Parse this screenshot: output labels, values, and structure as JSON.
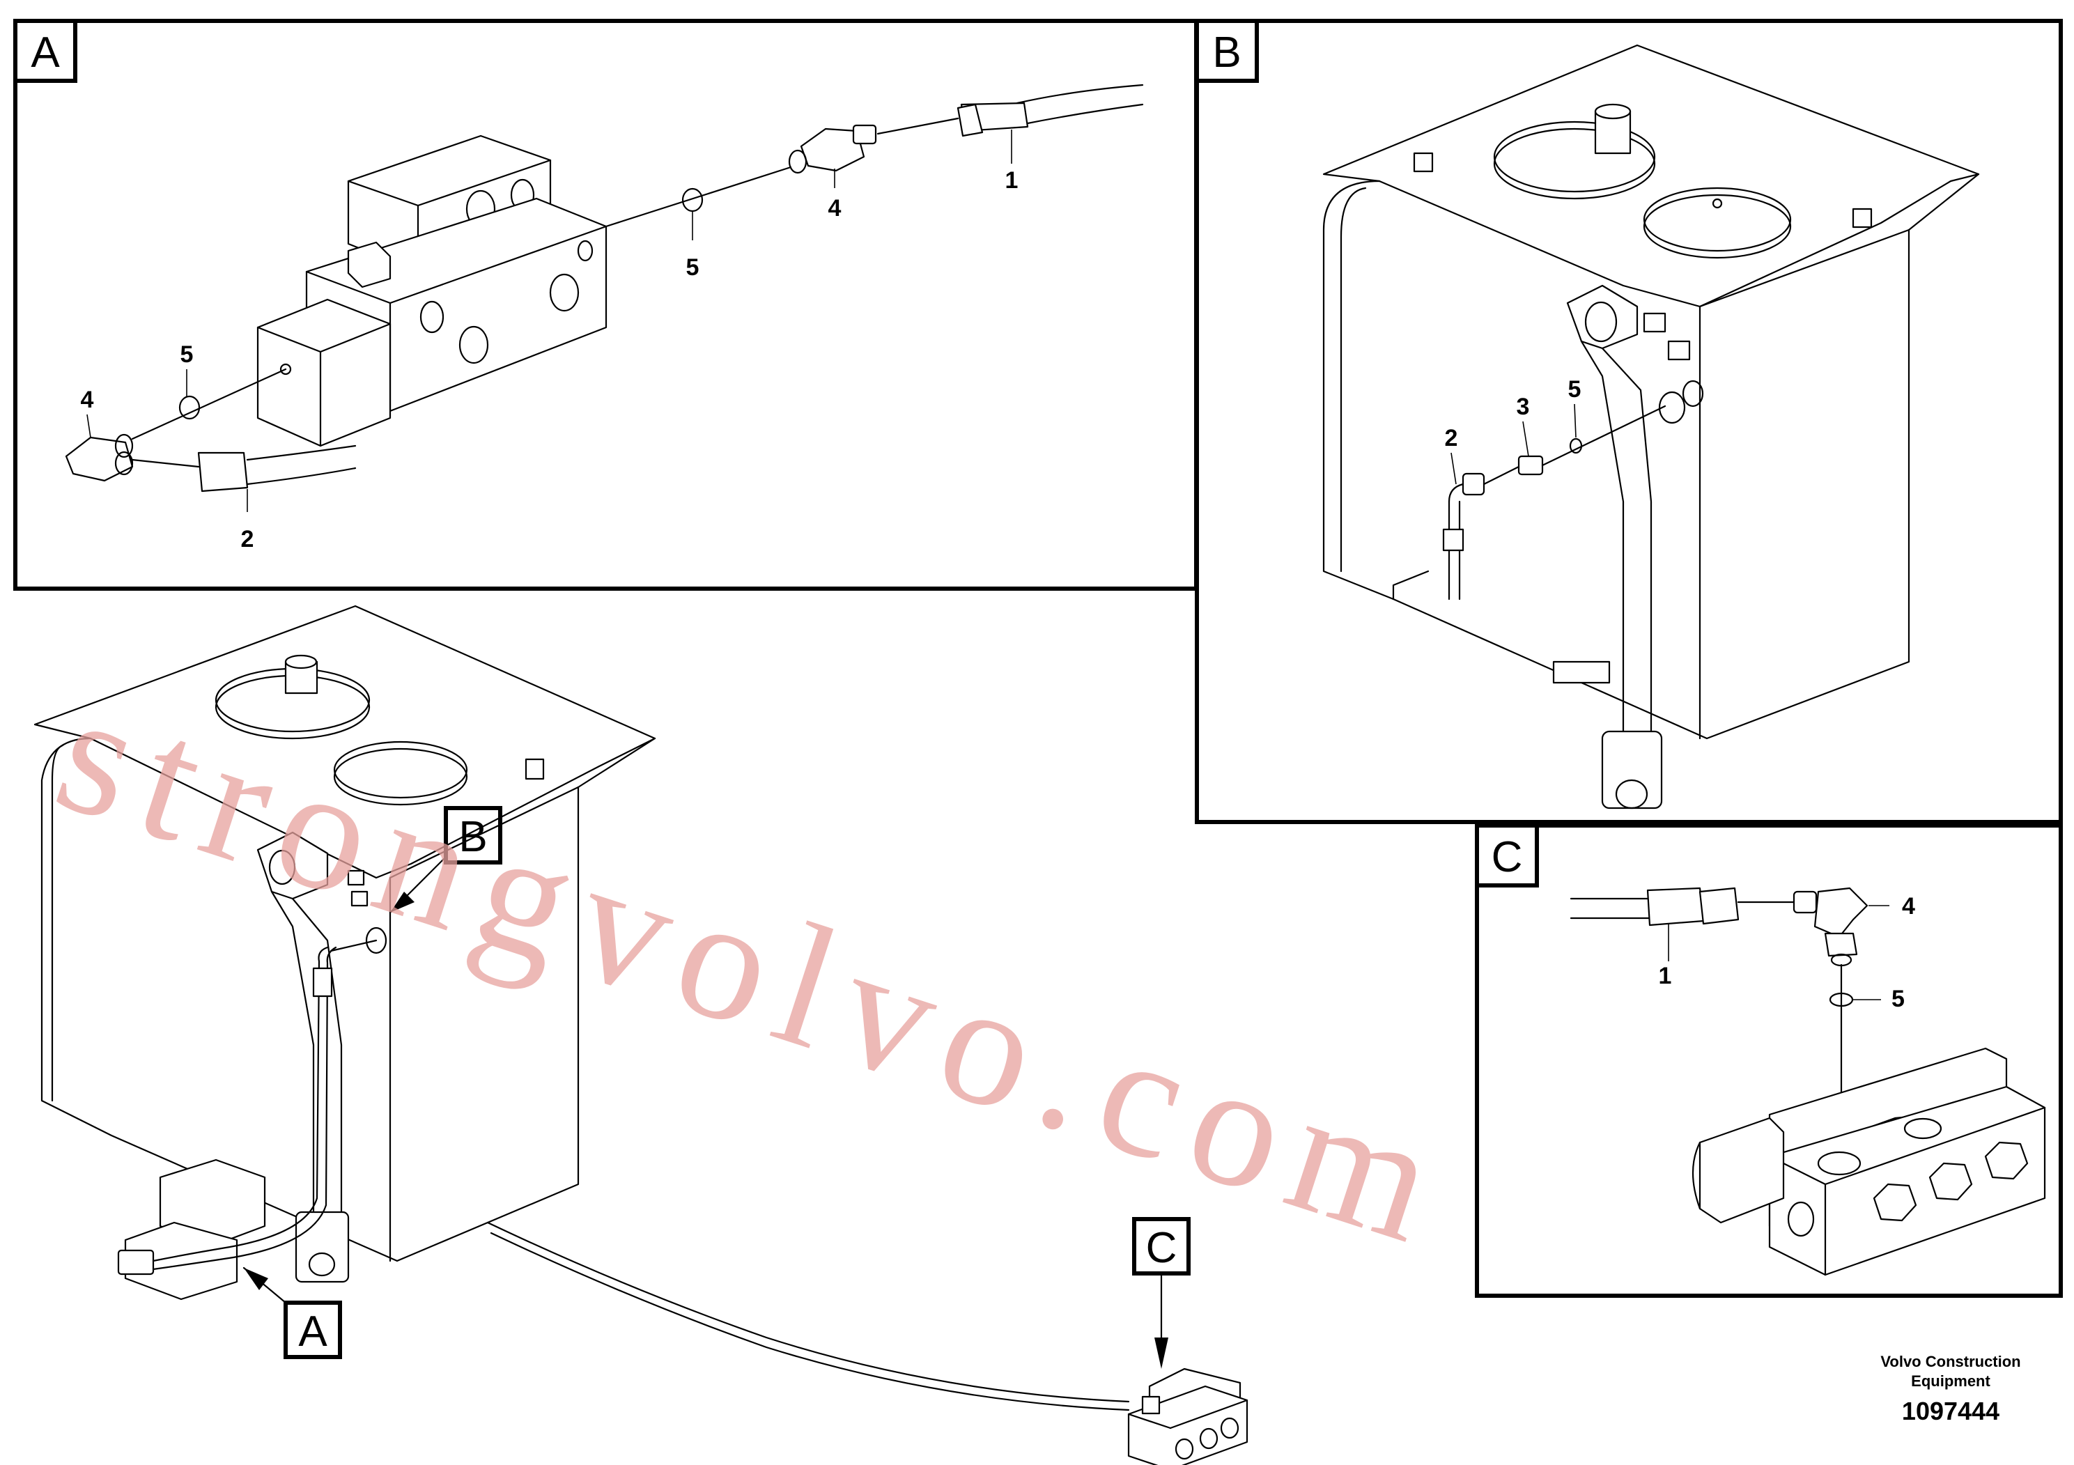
{
  "panels": {
    "A": {
      "label": "A",
      "callouts": [
        "5",
        "4",
        "1",
        "5",
        "4",
        "2"
      ]
    },
    "B": {
      "label": "B",
      "callouts": [
        "5",
        "3",
        "2"
      ]
    },
    "C": {
      "label": "C",
      "callouts": [
        "4",
        "1",
        "5"
      ]
    }
  },
  "markers": {
    "A": "A",
    "B": "B",
    "C": "C"
  },
  "watermark": "strongvolvo.com",
  "footer": {
    "credit_line1": "Volvo Construction",
    "credit_line2": "Equipment",
    "drawing_number": "1097444"
  }
}
